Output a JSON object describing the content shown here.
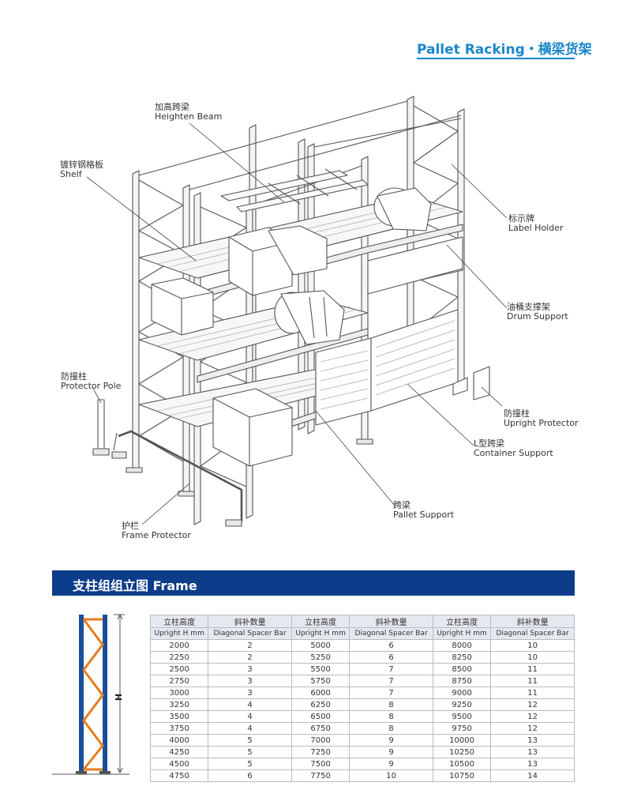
{
  "header": {
    "title": "Pallet Racking・横梁货架"
  },
  "annotations": [
    {
      "key": "heighten-beam",
      "zh": "加高跨梁",
      "en": "Heighten Beam"
    },
    {
      "key": "shelf",
      "zh": "镀锌钢格板",
      "en": "Shelf"
    },
    {
      "key": "label-holder",
      "zh": "标示牌",
      "en": "Label Holder"
    },
    {
      "key": "drum-support",
      "zh": "油桶支撑架",
      "en": "Drum Support"
    },
    {
      "key": "protector-pole",
      "zh": "防撞柱",
      "en": "Protector Pole"
    },
    {
      "key": "upright-protector",
      "zh": "防撞柱",
      "en": "Upright Protector"
    },
    {
      "key": "container-support",
      "zh": "L型跨梁",
      "en": "Container Support"
    },
    {
      "key": "pallet-support",
      "zh": "跨梁",
      "en": "Pallet Support"
    },
    {
      "key": "frame-protector",
      "zh": "护栏",
      "en": "Frame Protector"
    }
  ],
  "frame_section": {
    "title": "支柱组组立图 Frame",
    "dimension_label": "H",
    "table": {
      "headers_zh": [
        "立柱高度",
        "斜补数量",
        "立柱高度",
        "斜补数量",
        "立柱高度",
        "斜补数量"
      ],
      "headers_en": [
        "Upright H mm",
        "Diagonal Spacer Bar",
        "Upright H mm",
        "Diagonal Spacer Bar",
        "Upright H mm",
        "Diagonal Spacer Bar"
      ],
      "rows": [
        [
          "2000",
          "2",
          "5000",
          "6",
          "8000",
          "10"
        ],
        [
          "2250",
          "2",
          "5250",
          "6",
          "8250",
          "10"
        ],
        [
          "2500",
          "3",
          "5500",
          "7",
          "8500",
          "11"
        ],
        [
          "2750",
          "3",
          "5750",
          "7",
          "8750",
          "11"
        ],
        [
          "3000",
          "3",
          "6000",
          "7",
          "9000",
          "11"
        ],
        [
          "3250",
          "4",
          "6250",
          "8",
          "9250",
          "12"
        ],
        [
          "3500",
          "4",
          "6500",
          "8",
          "9500",
          "12"
        ],
        [
          "3750",
          "4",
          "6750",
          "8",
          "9750",
          "12"
        ],
        [
          "4000",
          "5",
          "7000",
          "9",
          "10000",
          "13"
        ],
        [
          "4250",
          "5",
          "7250",
          "9",
          "10250",
          "13"
        ],
        [
          "4500",
          "5",
          "7500",
          "9",
          "10500",
          "13"
        ],
        [
          "4750",
          "6",
          "7750",
          "10",
          "10750",
          "14"
        ]
      ]
    }
  },
  "colors": {
    "accent": "#1b86c9",
    "section_bar": "#0d3d8a",
    "frame_blue": "#1b4f9c",
    "frame_orange": "#e77d1e"
  }
}
